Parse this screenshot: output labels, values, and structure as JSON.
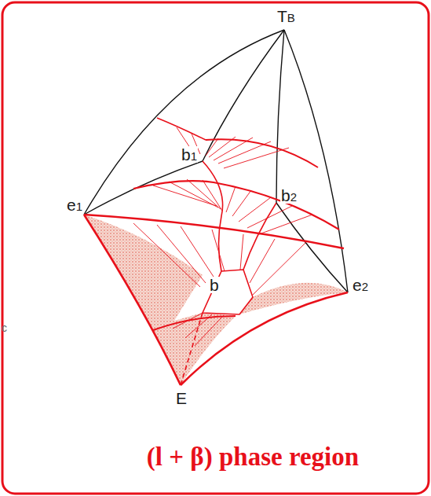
{
  "diagram": {
    "caption": "(l + β) phase region",
    "labels": [
      "TB",
      "b1",
      "b2",
      "e1",
      "e2",
      "b",
      "E",
      "c"
    ]
  }
}
